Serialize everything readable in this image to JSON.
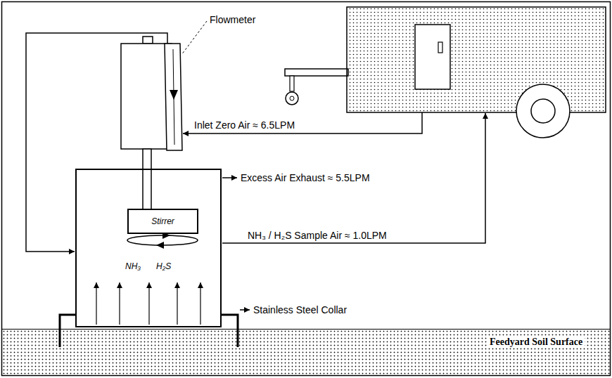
{
  "diagram": {
    "nodes": [
      {
        "text": [
          "NH₃",
          "H₂S"
        ]
      },
      {
        "text": [
          "Stirrer"
        ],
        "in": 0
      },
      {
        "text": [
          "Feedyard Soil Surface"
        ]
      }
    ],
    "labels": [
      "Flowmeter",
      "Inlet Zero Air ≈ 6.5LPM",
      "Excess Air Exhaust ≈ 5.5LPM",
      "NH₃ / H₂S Sample Air ≈ 1.0LPM",
      "Stainless Steel Collar"
    ]
  }
}
